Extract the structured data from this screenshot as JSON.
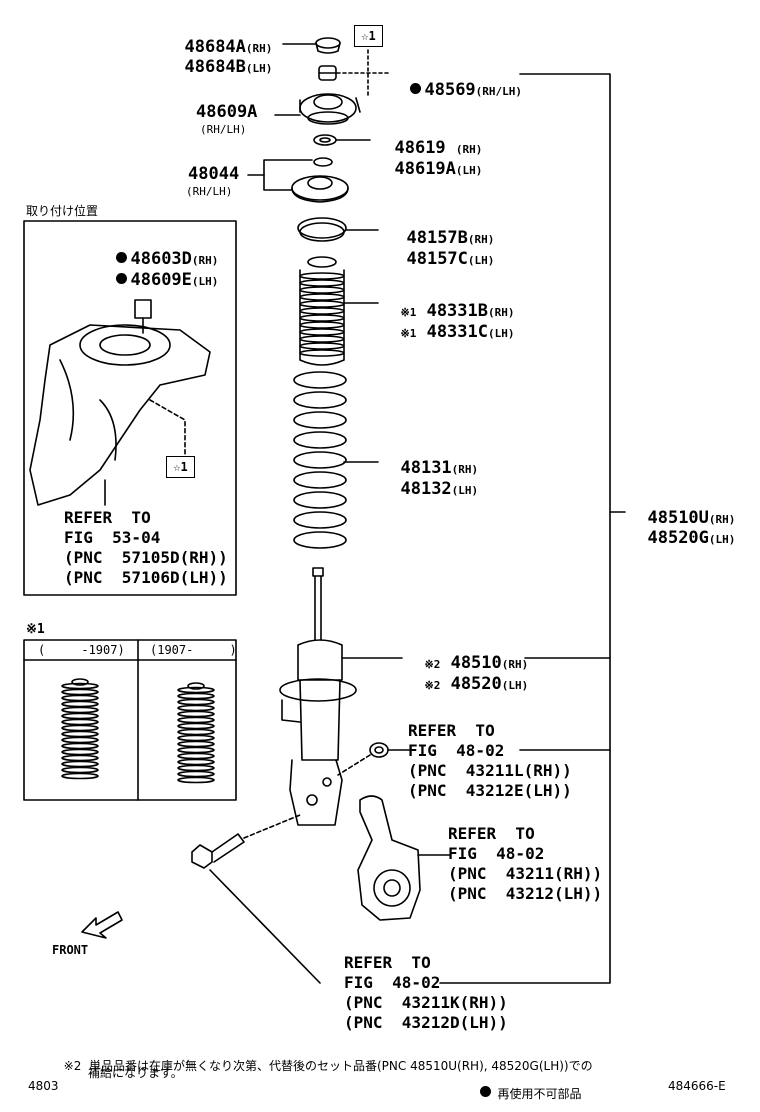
{
  "parts": {
    "p48684": {
      "rh": "48684A",
      "rh_tag": "(RH)",
      "lh": "48684B",
      "lh_tag": "(LH)"
    },
    "p48569": {
      "num": "48569",
      "tag": "(RH/LH)"
    },
    "p48609A": {
      "num": "48609A",
      "tag": "(RH/LH)"
    },
    "p48619": {
      "rh": "48619",
      "rh_tag": "(RH)",
      "lh": "48619A",
      "lh_tag": "(LH)"
    },
    "p48044": {
      "num": "48044",
      "tag": "(RH/LH)"
    },
    "p48157": {
      "rh": "48157B",
      "rh_tag": "(RH)",
      "lh": "48157C",
      "lh_tag": "(LH)"
    },
    "p48331": {
      "mark": "※1",
      "rh": "48331B",
      "rh_tag": "(RH)",
      "lh": "48331C",
      "lh_tag": "(LH)"
    },
    "p4813x": {
      "rh": "48131",
      "rh_tag": "(RH)",
      "lh": "48132",
      "lh_tag": "(LH)"
    },
    "p48510u": {
      "rh": "48510U",
      "rh_tag": "(RH)",
      "lh": "48520G",
      "lh_tag": "(LH)"
    },
    "p48510": {
      "mark": "※2",
      "rh": "48510",
      "rh_tag": "(RH)",
      "lh": "48520",
      "lh_tag": "(LH)"
    },
    "inset_nut": {
      "rh": "48603D",
      "rh_tag": "(RH)",
      "lh": "48609E",
      "lh_tag": "(LH)"
    }
  },
  "star_box": "☆1",
  "inset": {
    "title": "取り付け位置",
    "ref_line1": "REFER  TO",
    "ref_line2": "FIG  53-04",
    "ref_line3": "(PNC  57105D(RH))",
    "ref_line4": "(PNC  57106D(LH))"
  },
  "variants": {
    "mark": "※1",
    "left_header": "(     -1907)",
    "right_header": "(1907-     )"
  },
  "refs": {
    "fig4802_a": {
      "l1": "REFER  TO",
      "l2": "FIG  48-02",
      "l3": "(PNC  43211L(RH))",
      "l4": "(PNC  43212E(LH))"
    },
    "fig4802_b": {
      "l1": "REFER  TO",
      "l2": "FIG  48-02",
      "l3": "(PNC  43211(RH))",
      "l4": "(PNC  43212(LH))"
    },
    "fig4802_c": {
      "l1": "REFER  TO",
      "l2": "FIG  48-02",
      "l3": "(PNC  43211K(RH))",
      "l4": "(PNC  43212D(LH))"
    }
  },
  "front_label": "FRONT",
  "footnote": {
    "mark": "※2",
    "line1": "単品品番は在庫が無くなり次第、代替後のセット品番(PNC 48510U(RH), 48520G(LH))での",
    "line2": "補給になります。"
  },
  "legend_note": "再使用不可部品",
  "page_code": "4803",
  "fig_code": "484666-E"
}
